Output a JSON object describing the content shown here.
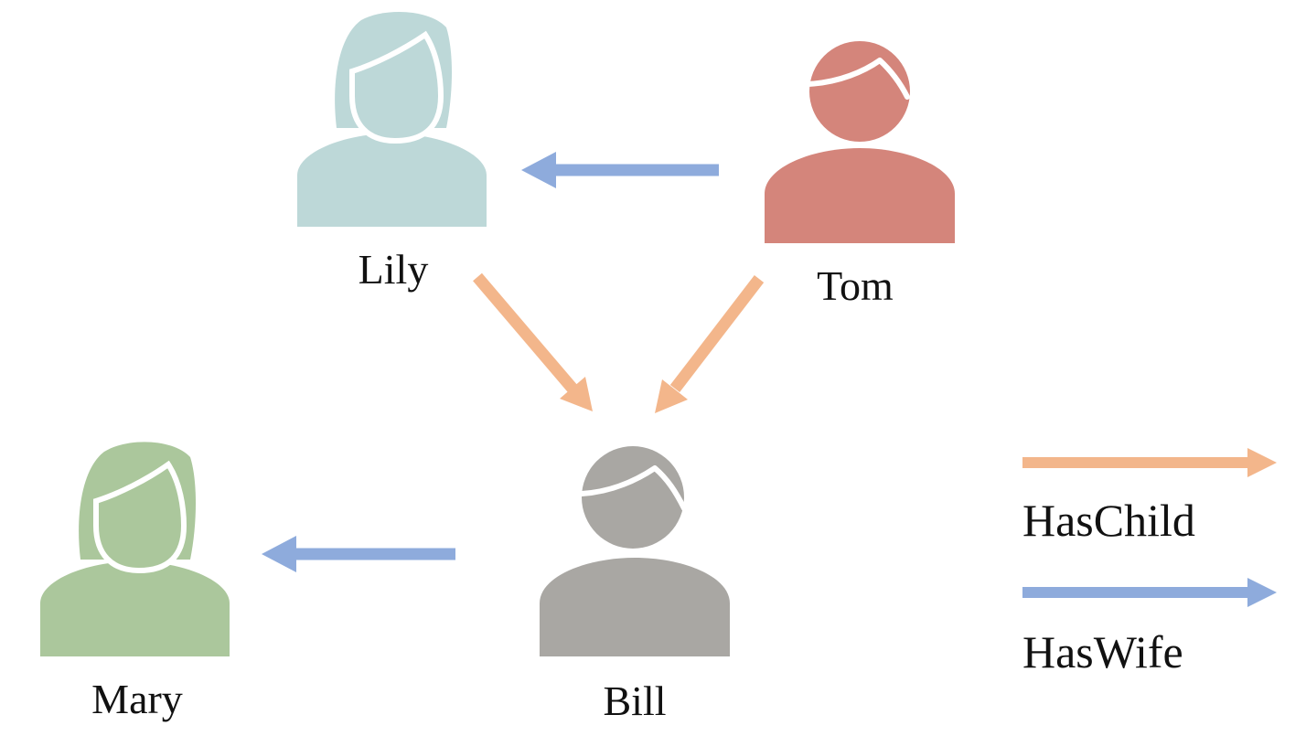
{
  "people": [
    {
      "id": "lily",
      "name": "Lily",
      "gender": "female",
      "color": "#bdd8d8",
      "icon": "female-person-icon"
    },
    {
      "id": "tom",
      "name": "Tom",
      "gender": "male",
      "color": "#d4857b",
      "icon": "male-person-icon"
    },
    {
      "id": "bill",
      "name": "Bill",
      "gender": "male",
      "color": "#a9a7a3",
      "icon": "male-person-icon"
    },
    {
      "id": "mary",
      "name": "Mary",
      "gender": "female",
      "color": "#abc79c",
      "icon": "female-person-icon"
    }
  ],
  "relations": [
    {
      "from": "tom",
      "to": "lily",
      "type": "haswife"
    },
    {
      "from": "lily",
      "to": "bill",
      "type": "haschild"
    },
    {
      "from": "tom",
      "to": "bill",
      "type": "haschild"
    },
    {
      "from": "bill",
      "to": "mary",
      "type": "haswife"
    }
  ],
  "legend": {
    "haschild": {
      "label": "HasChild",
      "color": "#f3b68b"
    },
    "haswife": {
      "label": "HasWife",
      "color": "#8eabdc"
    }
  }
}
